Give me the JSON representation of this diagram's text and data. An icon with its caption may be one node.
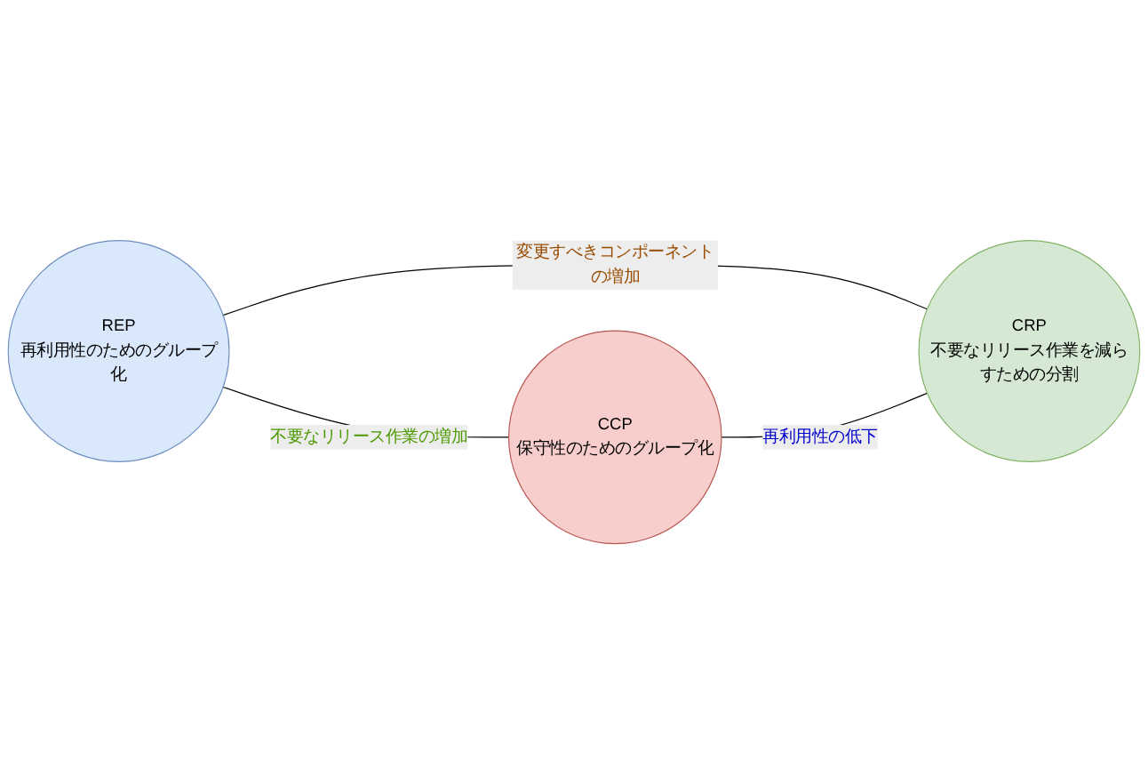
{
  "diagram": {
    "nodes": [
      {
        "text": [
          "REP",
          "再利用性のためのグループ化"
        ]
      },
      {
        "text": [
          "CCP",
          "保守性のためのグループ化"
        ]
      },
      {
        "text": [
          "CRP",
          "不要なリリース作業を減らすための分割"
        ]
      }
    ],
    "edges": [
      {
        "from": 0,
        "to": 1,
        "arrow": "none",
        "label": "不要なリリース作業の増加"
      },
      {
        "from": 0,
        "to": 2,
        "arrow": "none",
        "label": "変更すべきコンポーネントの増加"
      },
      {
        "from": 1,
        "to": 2,
        "arrow": "none",
        "label": "再利用性の低下"
      }
    ]
  }
}
